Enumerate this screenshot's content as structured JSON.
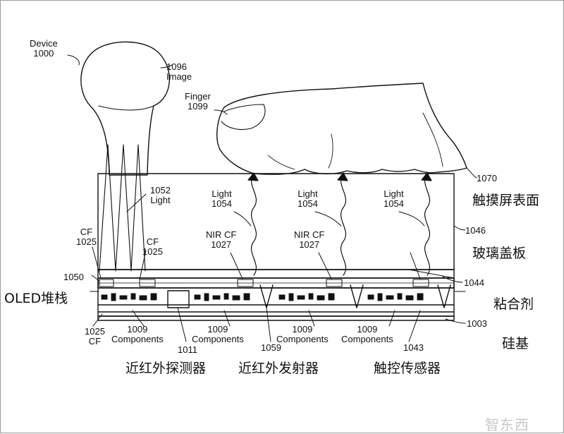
{
  "device": {
    "name": "Device",
    "num": "1000"
  },
  "image": {
    "num": "1096",
    "name": "Image"
  },
  "finger": {
    "name": "Finger",
    "num": "1099"
  },
  "light_1052": {
    "num": "1052",
    "name": "Light"
  },
  "light_1054": {
    "name": "Light",
    "num": "1054"
  },
  "nircf": {
    "name": "NIR CF",
    "num": "1027"
  },
  "cf": {
    "name": "CF",
    "num": "1025"
  },
  "components": {
    "num": "1009",
    "name": "Components"
  },
  "refs": {
    "r1070": "1070",
    "r1046": "1046",
    "r1050": "1050",
    "r1044": "1044",
    "r1003": "1003",
    "r1011": "1011",
    "r1059": "1059",
    "r1043": "1043"
  },
  "cn": {
    "touch_surface": "触摸屏表面",
    "cover_glass": "玻璃盖板",
    "oled_stack": "OLED堆栈",
    "adhesive": "粘合剂",
    "silicon": "硅基",
    "nir_detector": "近红外探测器",
    "nir_emitter": "近红外发射器",
    "touch_sensor": "触控传感器"
  },
  "watermark": "智东西",
  "colors": {
    "line": "#111111",
    "background": "#ffffff",
    "watermark": "#c9c9c9"
  }
}
